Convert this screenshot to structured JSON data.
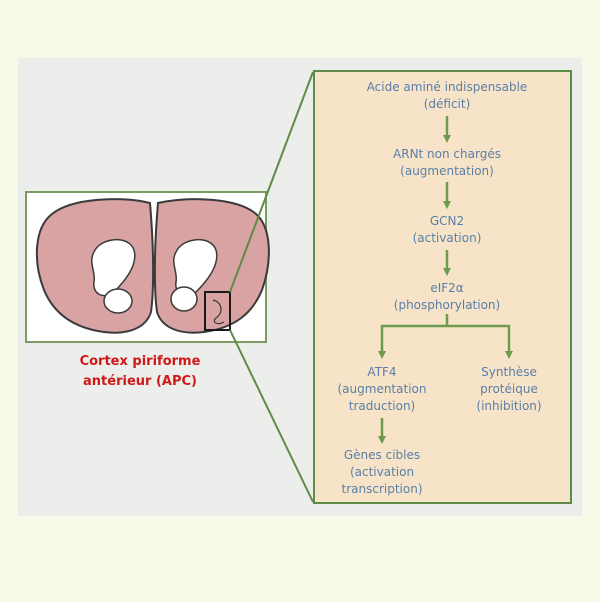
{
  "colors": {
    "background": "#f6fae8",
    "panel": "#ebeeea",
    "flow_box_fill": "#f7e4c8",
    "frame_green": "#5f8a47",
    "arrow_green": "#6e9a4e",
    "node_text": "#5a7fa8",
    "label_red": "#d01818",
    "brain_pink": "#d9a3a3",
    "brain_outline": "#3a3a3a"
  },
  "brain_section": {
    "label_line1": "Cortex piriforme",
    "label_line2": "antérieur (APC)"
  },
  "flow": {
    "step1": {
      "line1": "Acide aminé indispensable",
      "line2": "(déficit)"
    },
    "step2": {
      "line1": "ARNt non chargés",
      "line2": "(augmentation)"
    },
    "step3": {
      "line1": "GCN2",
      "line2": "(activation)"
    },
    "step4": {
      "line1": "eIF2α",
      "line2": "(phosphorylation)"
    },
    "step5a": {
      "line1": "ATF4",
      "line2": "(augmentation",
      "line3": "traduction)"
    },
    "step5b": {
      "line1": "Synthèse",
      "line2": "protéique",
      "line3": "(inhibition)"
    },
    "step6": {
      "line1": "Gènes cibles",
      "line2": "(activation",
      "line3": "transcription)"
    }
  }
}
